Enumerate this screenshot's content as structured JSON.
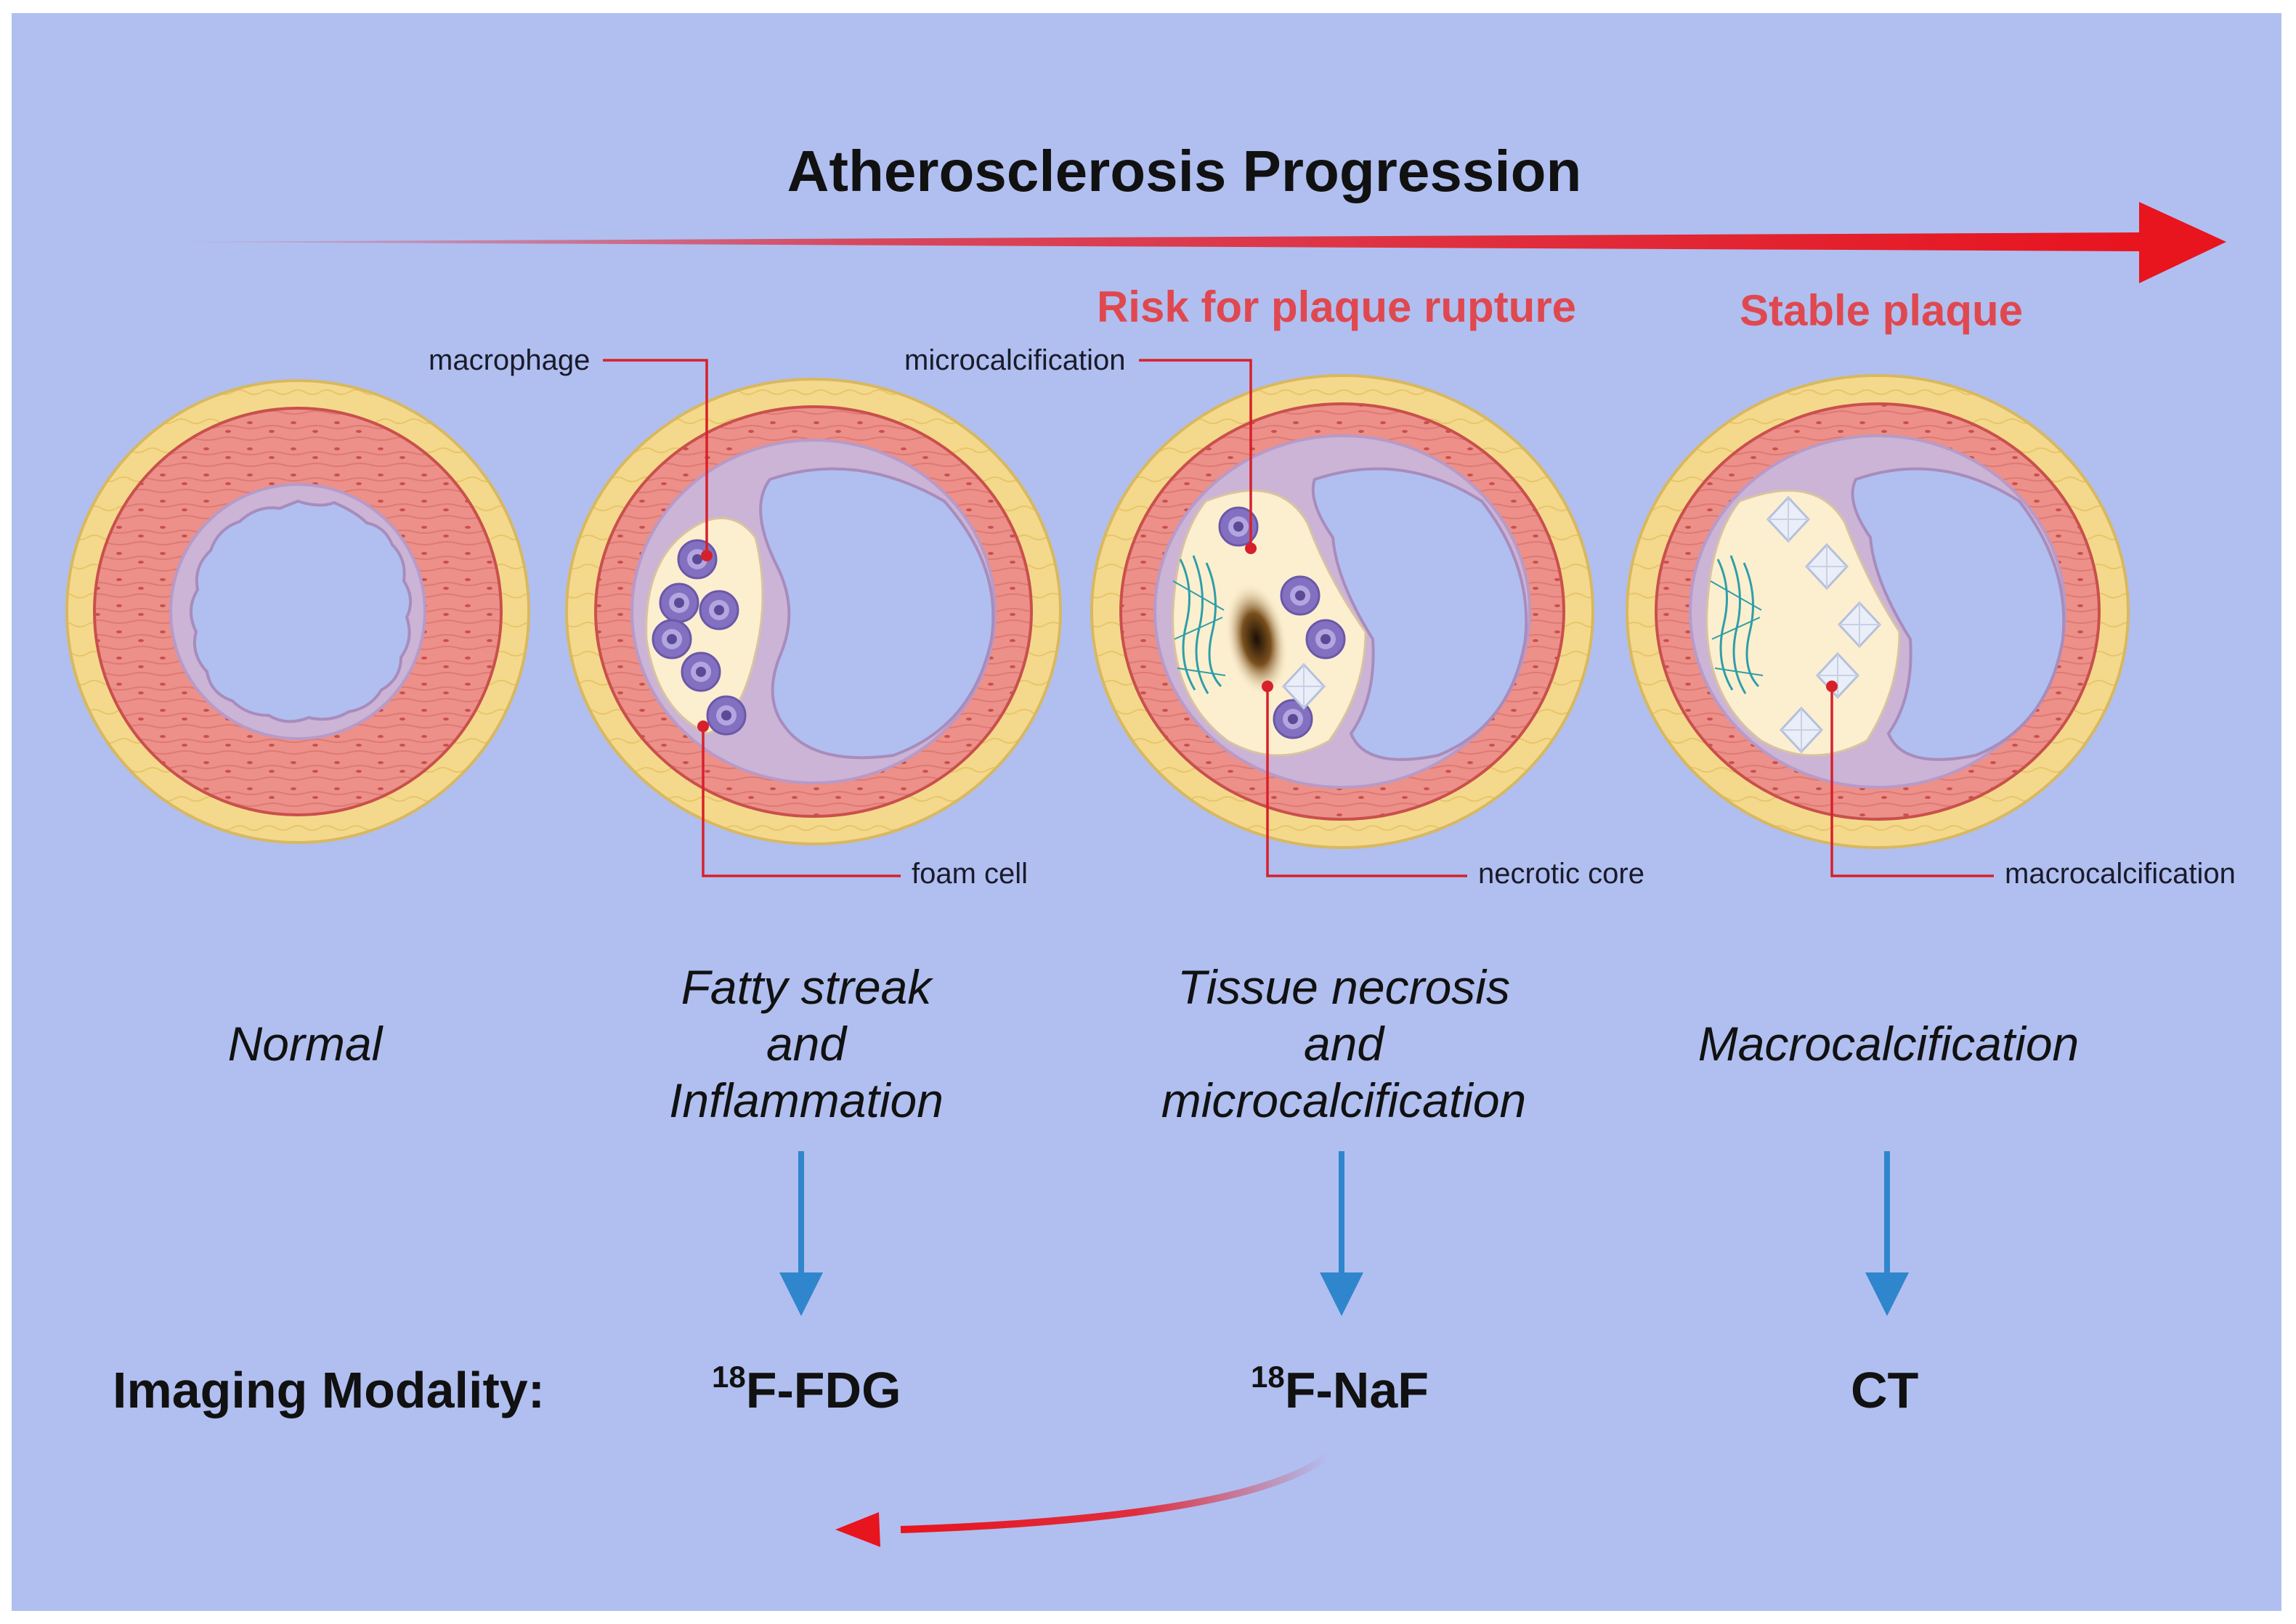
{
  "title": "Atherosclerosis Progression",
  "risk_labels": {
    "rupture": "Risk for plaque rupture",
    "stable": "Stable plaque"
  },
  "callouts": {
    "macrophage": "macrophage",
    "foam_cell": "foam cell",
    "microcalcification": "microcalcification",
    "necrotic_core": "necrotic core",
    "macrocalcification": "macrocalcification"
  },
  "stages": {
    "normal": "Normal",
    "fatty_streak": [
      "Fatty streak",
      "and",
      "Inflammation"
    ],
    "necrosis": [
      "Tissue necrosis",
      "and",
      "microcalcification"
    ],
    "macrocalcification": "Macrocalcification"
  },
  "imaging": {
    "label": "Imaging Modality:",
    "fdg_sup": "18",
    "fdg": "F-FDG",
    "naf_sup": "18",
    "naf": "F-NaF",
    "ct": "CT"
  },
  "colors": {
    "background": "#b0bff0",
    "progression_arrow": "#e8141e",
    "imaging_arrow": "#2f86cc",
    "adventitia": "#f4d98c",
    "media": "#ec9089",
    "intima": "#cbb4d6",
    "plaque": "#fcefcf",
    "macrophage": "#8470c0",
    "callout_line": "#d8202a"
  }
}
